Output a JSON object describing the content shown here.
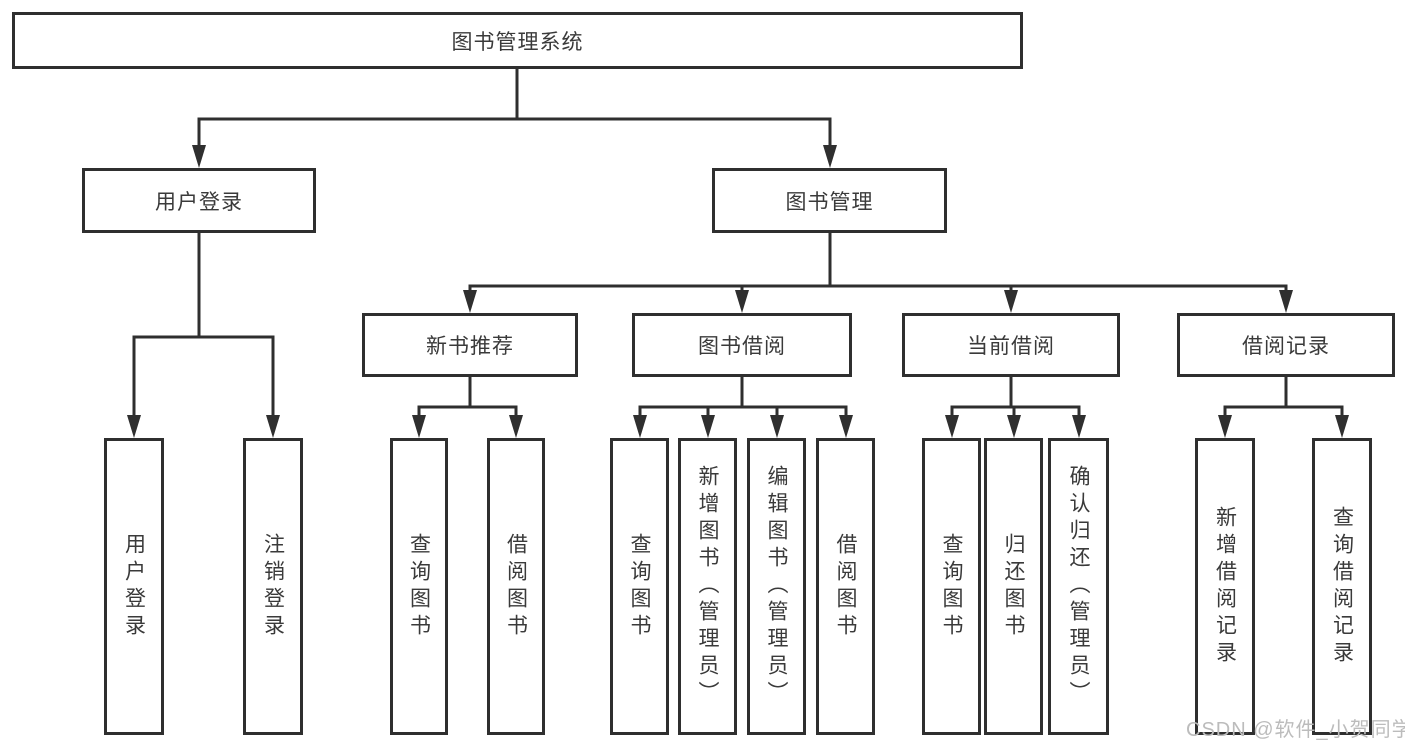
{
  "diagram": {
    "title": "图书管理系统",
    "tree": {
      "label": "图书管理系统",
      "children": [
        {
          "label": "用户登录",
          "children": [
            {
              "label": "用户登录"
            },
            {
              "label": "注销登录"
            }
          ]
        },
        {
          "label": "图书管理",
          "children": [
            {
              "label": "新书推荐",
              "children": [
                {
                  "label": "查询图书"
                },
                {
                  "label": "借阅图书"
                }
              ]
            },
            {
              "label": "图书借阅",
              "children": [
                {
                  "label": "查询图书"
                },
                {
                  "label": "新增图书（管理员）"
                },
                {
                  "label": "编辑图书（管理员）"
                },
                {
                  "label": "借阅图书"
                }
              ]
            },
            {
              "label": "当前借阅",
              "children": [
                {
                  "label": "查询图书"
                },
                {
                  "label": "归还图书"
                },
                {
                  "label": "确认归还（管理员）"
                }
              ]
            },
            {
              "label": "借阅记录",
              "children": [
                {
                  "label": "新增借阅记录"
                },
                {
                  "label": "查询借阅记录"
                }
              ]
            }
          ]
        }
      ]
    }
  },
  "watermark": {
    "text": "CSDN @软件_小贺同学"
  },
  "colors": {
    "line": "#2f2f2f",
    "box_border": "#2f2f2f",
    "text": "#3a3a3a",
    "watermark": "#bcbcbc",
    "background": "#ffffff"
  }
}
